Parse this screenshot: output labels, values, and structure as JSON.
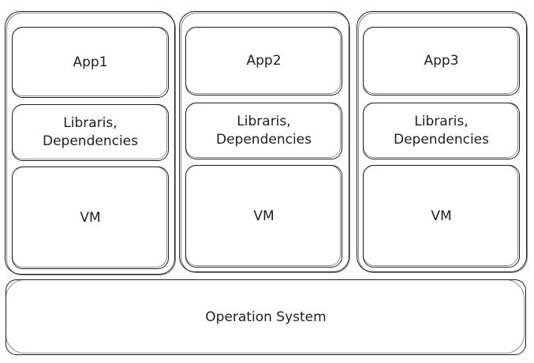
{
  "stacks": [
    {
      "app": "App1",
      "libraries": "Libraris,\nDependencies",
      "vm": "VM"
    },
    {
      "app": "App2",
      "libraries": "Libraris,\nDependencies",
      "vm": "VM"
    },
    {
      "app": "App3",
      "libraries": "Libraris,\nDependencies",
      "vm": "VM"
    }
  ],
  "base": {
    "label": "Operation System"
  }
}
